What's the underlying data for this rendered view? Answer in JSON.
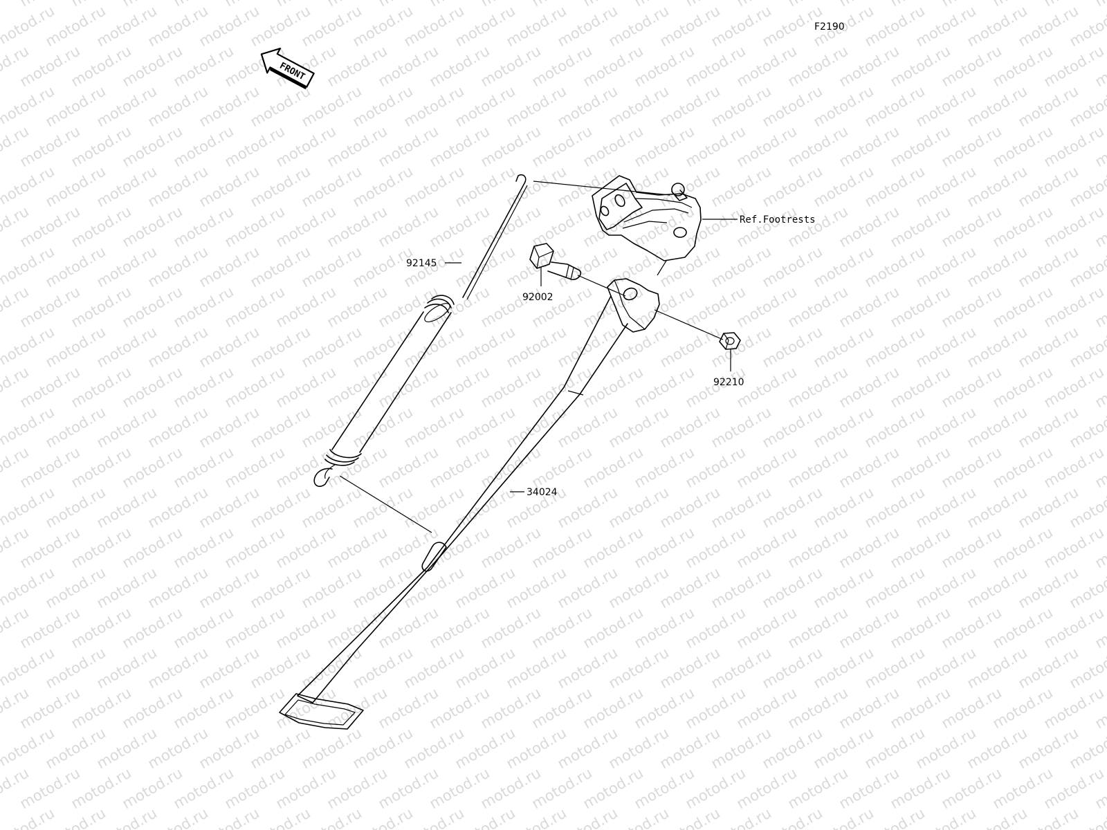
{
  "figure_code": "F2190",
  "front_label": "FRONT",
  "watermark_text": "motod.ru",
  "callouts": {
    "spring": "92145",
    "bolt": "92002",
    "nut": "92210",
    "stand": "34024",
    "bracket_ref": "Ref.Footrests"
  }
}
